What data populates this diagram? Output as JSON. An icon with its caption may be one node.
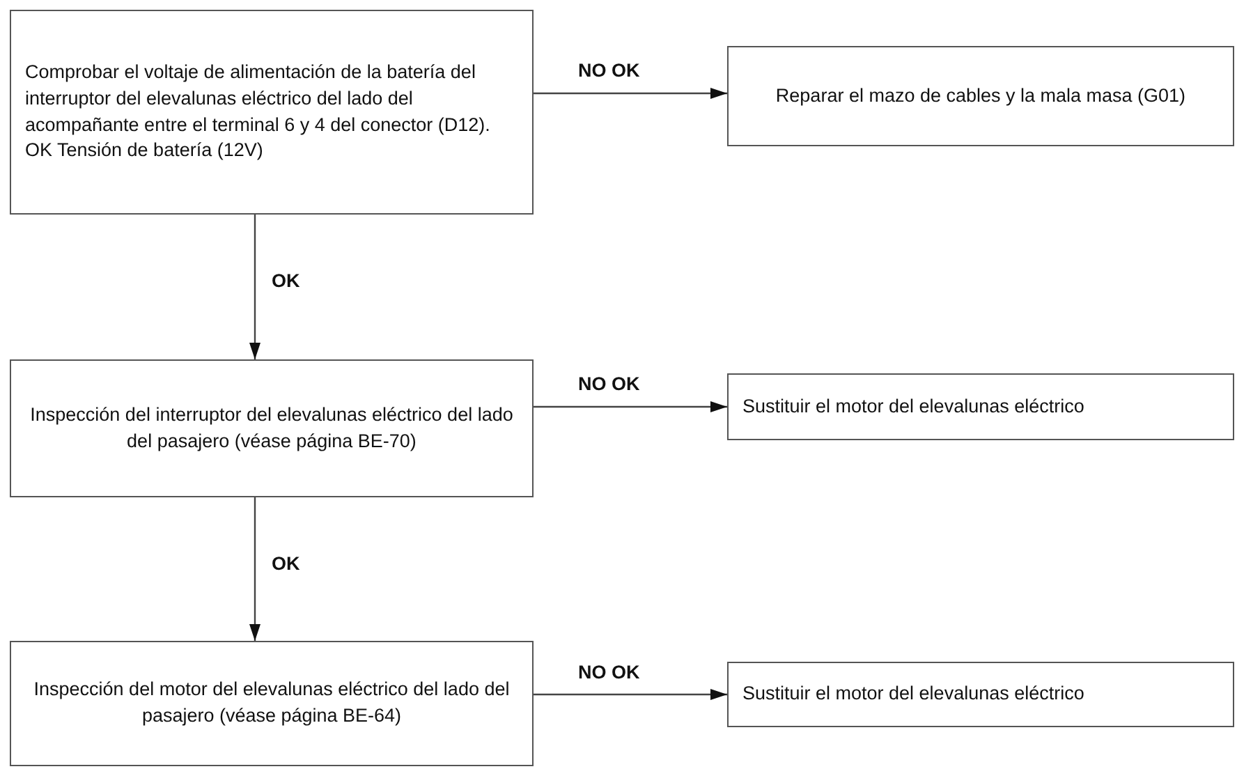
{
  "diagram": {
    "nodes": [
      {
        "text": [
          "Comprobar el voltaje de alimentación de la batería del interruptor del elevalunas eléctrico del lado del acompañante entre el terminal 6 y 4 del conector (D12). OK Tensión de batería (12V)"
        ]
      },
      {
        "text": [
          "Reparar el mazo de cables y la mala masa (G01)"
        ]
      },
      {
        "text": [
          "Inspección del interruptor del elevalunas eléctrico del lado del pasajero (véase página BE-70)"
        ]
      },
      {
        "text": [
          "Sustituir el motor del elevalunas eléctrico"
        ]
      },
      {
        "text": [
          "Inspección del motor del elevalunas eléctrico del lado del pasajero (véase página BE-64)"
        ]
      },
      {
        "text": [
          "Sustituir el motor del elevalunas eléctrico"
        ]
      }
    ],
    "edges": [
      {
        "from": 0,
        "to": 1,
        "arrow": "to",
        "label": "NO OK"
      },
      {
        "from": 0,
        "to": 2,
        "arrow": "to",
        "label": "OK"
      },
      {
        "from": 2,
        "to": 3,
        "arrow": "to",
        "label": "NO OK"
      },
      {
        "from": 2,
        "to": 4,
        "arrow": "to",
        "label": "OK"
      },
      {
        "from": 4,
        "to": 5,
        "arrow": "to",
        "label": "NO OK"
      }
    ]
  }
}
